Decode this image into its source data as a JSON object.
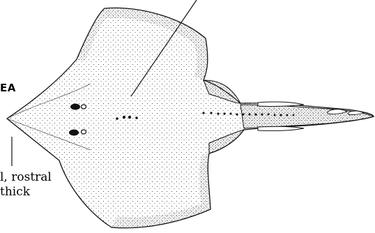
{
  "labels": {
    "region": "EA",
    "rostral_line1": "l, rostral",
    "rostral_line2": "thick"
  },
  "colors": {
    "ink": "#111111",
    "paper": "#ffffff"
  },
  "icons": {
    "body": "ray-body-illustration",
    "tail": "ray-tail",
    "eyes": "ray-eyes"
  }
}
